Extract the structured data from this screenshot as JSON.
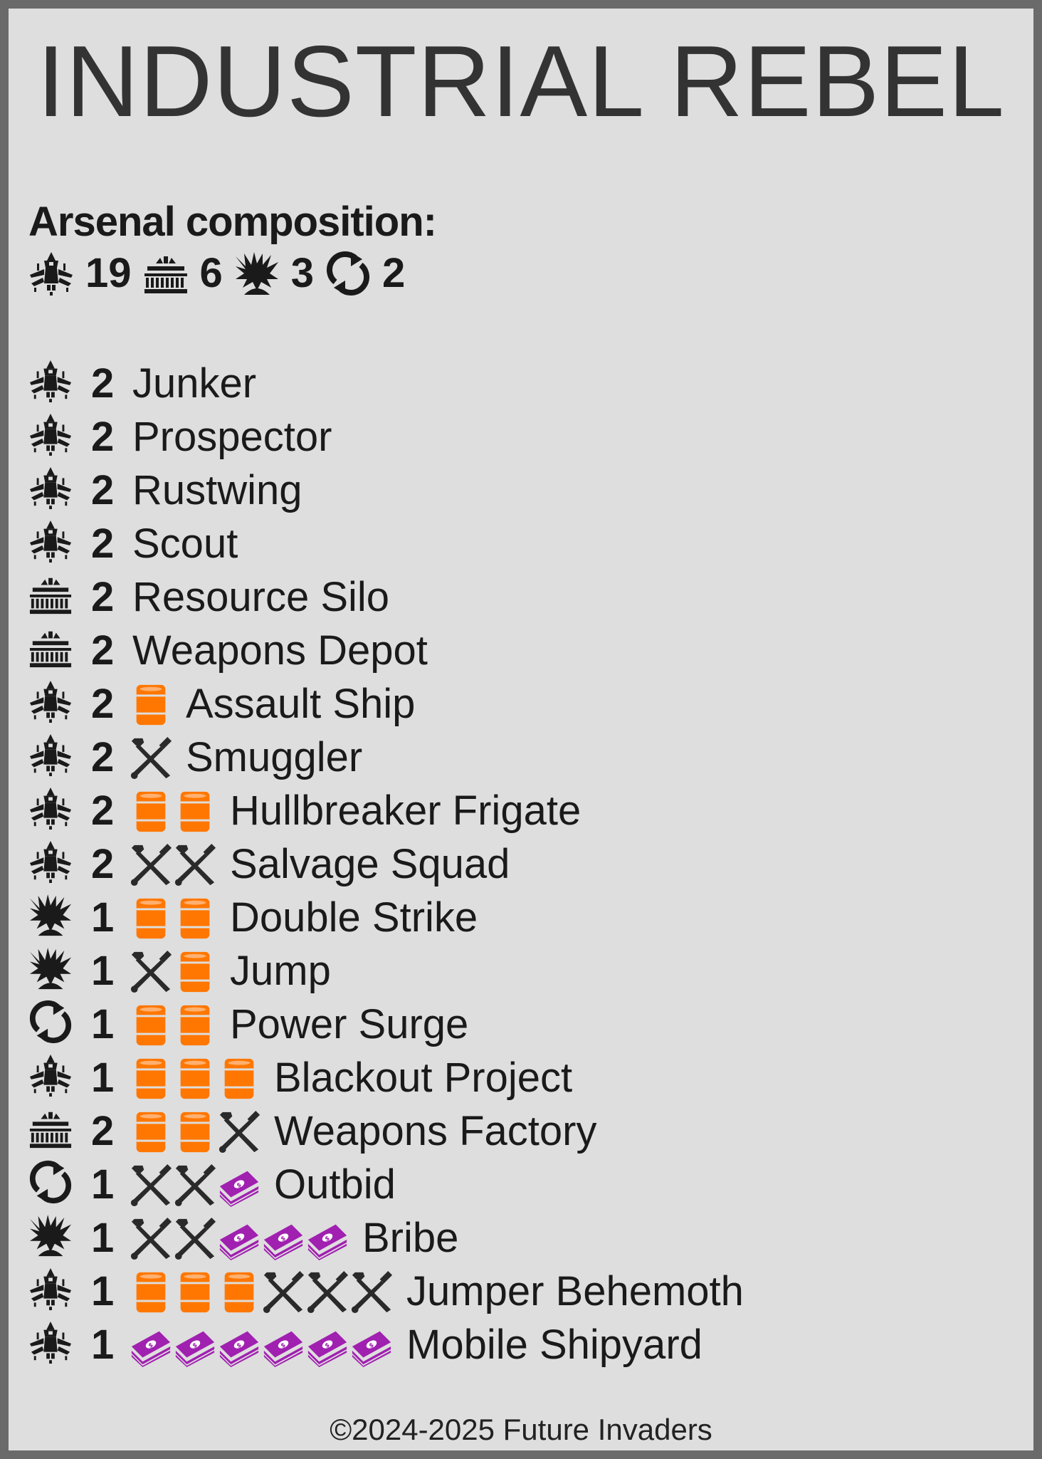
{
  "title": "INDUSTRIAL REBEL",
  "arsenal_heading": "Arsenal composition:",
  "summary": [
    {
      "icon": "ship-icon",
      "value": "19"
    },
    {
      "icon": "base-icon",
      "value": "6"
    },
    {
      "icon": "explosion-icon",
      "value": "3"
    },
    {
      "icon": "cycle-icon",
      "value": "2"
    }
  ],
  "cards": [
    {
      "type": "ship-icon",
      "count": "2",
      "costs": [],
      "name": "Junker"
    },
    {
      "type": "ship-icon",
      "count": "2",
      "costs": [],
      "name": "Prospector"
    },
    {
      "type": "ship-icon",
      "count": "2",
      "costs": [],
      "name": "Rustwing"
    },
    {
      "type": "ship-icon",
      "count": "2",
      "costs": [],
      "name": "Scout"
    },
    {
      "type": "base-icon",
      "count": "2",
      "costs": [],
      "name": "Resource Silo"
    },
    {
      "type": "base-icon",
      "count": "2",
      "costs": [],
      "name": "Weapons Depot"
    },
    {
      "type": "ship-icon",
      "count": "2",
      "costs": [
        "barrel-icon"
      ],
      "name": "Assault Ship"
    },
    {
      "type": "ship-icon",
      "count": "2",
      "costs": [
        "tools-icon"
      ],
      "name": "Smuggler"
    },
    {
      "type": "ship-icon",
      "count": "2",
      "costs": [
        "barrel-icon",
        "barrel-icon"
      ],
      "name": "Hullbreaker Frigate"
    },
    {
      "type": "ship-icon",
      "count": "2",
      "costs": [
        "tools-icon",
        "tools-icon"
      ],
      "name": "Salvage Squad"
    },
    {
      "type": "explosion-icon",
      "count": "1",
      "costs": [
        "barrel-icon",
        "barrel-icon"
      ],
      "name": "Double Strike"
    },
    {
      "type": "explosion-icon",
      "count": "1",
      "costs": [
        "tools-icon",
        "barrel-icon"
      ],
      "name": "Jump"
    },
    {
      "type": "cycle-icon",
      "count": "1",
      "costs": [
        "barrel-icon",
        "barrel-icon"
      ],
      "name": "Power Surge"
    },
    {
      "type": "ship-icon",
      "count": "1",
      "costs": [
        "barrel-icon",
        "barrel-icon",
        "barrel-icon"
      ],
      "name": "Blackout Project"
    },
    {
      "type": "base-icon",
      "count": "2",
      "costs": [
        "barrel-icon",
        "barrel-icon",
        "tools-icon"
      ],
      "name": "Weapons Factory"
    },
    {
      "type": "cycle-icon",
      "count": "1",
      "costs": [
        "tools-icon",
        "tools-icon",
        "money-icon"
      ],
      "name": "Outbid"
    },
    {
      "type": "explosion-icon",
      "count": "1",
      "costs": [
        "tools-icon",
        "tools-icon",
        "money-icon",
        "money-icon",
        "money-icon"
      ],
      "name": "Bribe"
    },
    {
      "type": "ship-icon",
      "count": "1",
      "costs": [
        "barrel-icon",
        "barrel-icon",
        "barrel-icon",
        "tools-icon",
        "tools-icon",
        "tools-icon"
      ],
      "name": "Jumper Behemoth"
    },
    {
      "type": "ship-icon",
      "count": "1",
      "costs": [
        "money-icon",
        "money-icon",
        "money-icon",
        "money-icon",
        "money-icon",
        "money-icon"
      ],
      "name": "Mobile Shipyard"
    }
  ],
  "footer": "©2024-2025 Future Invaders",
  "colors": {
    "background": "#dedede",
    "frame": "#6a6a6a",
    "barrel": "#ff7700",
    "money": "#a020b0",
    "icon": "#1a1a1a"
  }
}
